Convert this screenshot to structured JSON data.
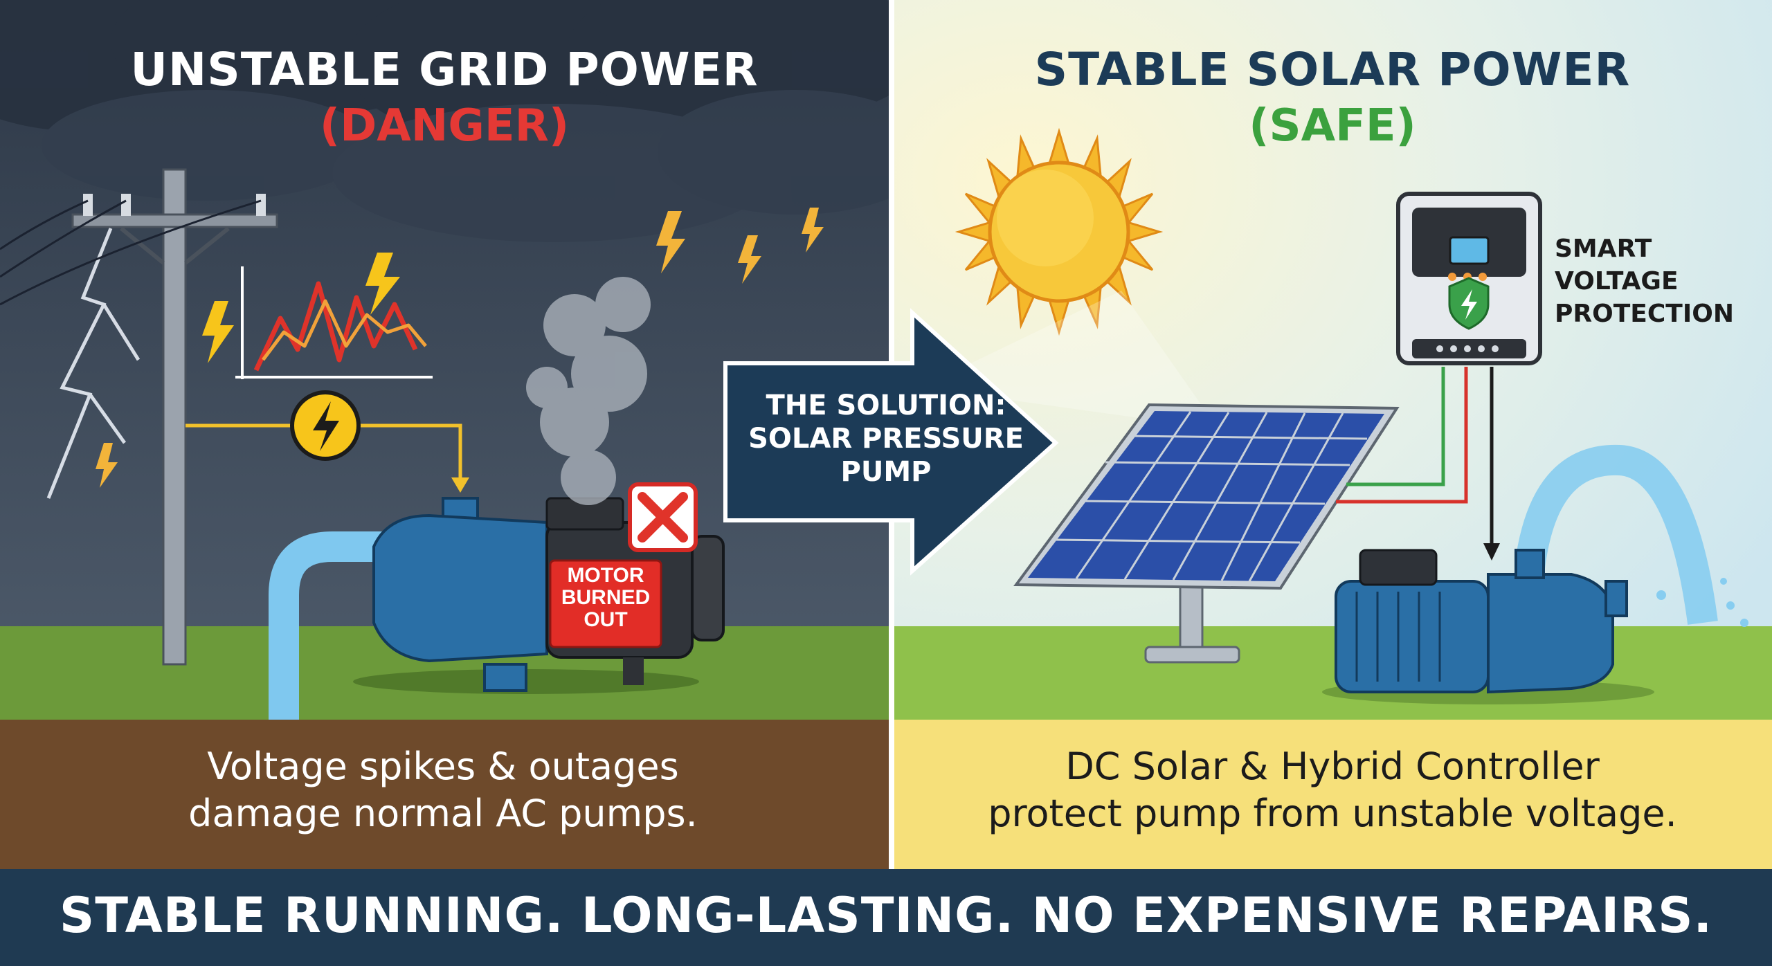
{
  "left_panel": {
    "title": "UNSTABLE GRID POWER",
    "subtitle": "(DANGER)",
    "caption_line1": "Voltage spikes & outages",
    "caption_line2": "damage normal AC pumps.",
    "motor_label_line1": "MOTOR",
    "motor_label_line2": "BURNED",
    "motor_label_line3": "OUT"
  },
  "right_panel": {
    "title": "STABLE SOLAR POWER",
    "subtitle": "(SAFE)",
    "caption_line1": "DC Solar & Hybrid Controller",
    "caption_line2": "protect pump from unstable voltage.",
    "controller_label_line1": "SMART",
    "controller_label_line2": "VOLTAGE",
    "controller_label_line3": "PROTECTION"
  },
  "arrow": {
    "line1": "THE SOLUTION:",
    "line2": "SOLAR PRESSURE",
    "line3": "PUMP"
  },
  "banner": {
    "text": "STABLE RUNNING. LONG-LASTING. NO EXPENSIVE REPAIRS."
  },
  "icons": [
    "power-pole-icon",
    "lightning-icon",
    "voltage-spike-graph-icon",
    "warning-bolt-icon",
    "pump-icon",
    "smoke-icon",
    "error-cross-icon",
    "sun-icon",
    "solar-panel-icon",
    "charge-controller-icon",
    "shield-bolt-icon",
    "water-stream-icon",
    "arrow-right-icon"
  ],
  "colors": {
    "danger": "#e53935",
    "safe": "#3ba13e",
    "navy": "#1c3b57",
    "banner": "#1f3a52",
    "pump_blue": "#2a6fa6",
    "ground_brown": "#6e4a2b",
    "caption_yellow": "#f6e07a"
  }
}
